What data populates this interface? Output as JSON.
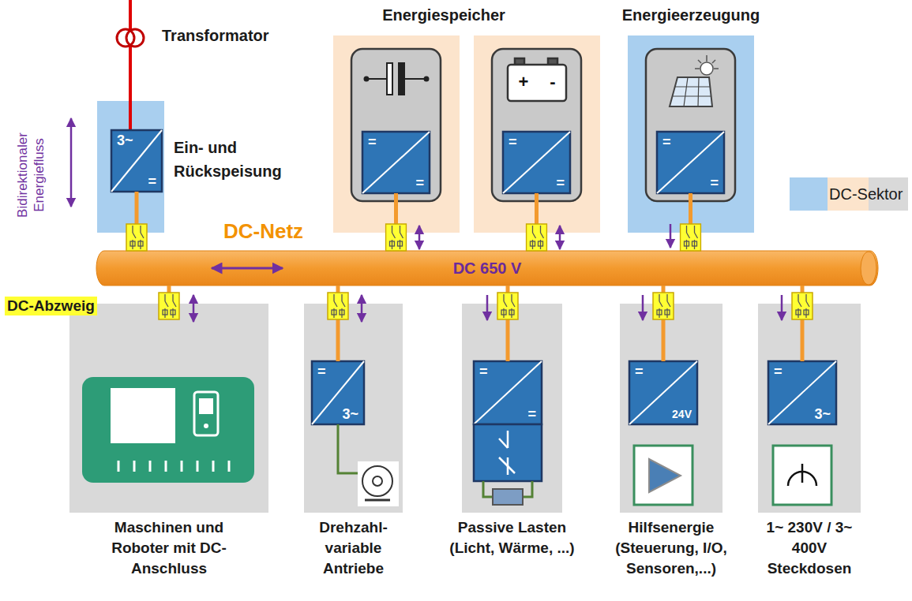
{
  "diagram": {
    "nodes": [
      {
        "text": [
          "DC-Netz",
          "DC 650 V"
        ]
      },
      {
        "text": [
          "Ein- und Rückspeisung"
        ]
      },
      {
        "text": [
          "3~",
          "="
        ],
        "in": 1
      },
      {
        "text": [
          "=",
          "="
        ]
      },
      {
        "text": [
          "=",
          "="
        ]
      },
      {
        "text": [
          "=",
          "="
        ]
      },
      {
        "text": [
          "Maschinen und Roboter mit DC- Anschluss"
        ]
      },
      {
        "text": [
          "Drehzahl- variable Antriebe"
        ]
      },
      {
        "text": [
          "=",
          "3~"
        ],
        "in": 7
      },
      {
        "text": [
          "Passive Lasten (Licht, Wärme, ...)"
        ]
      },
      {
        "text": [
          "=",
          "="
        ],
        "in": 9
      },
      {
        "text": [
          "Hilfsenergie (Steuerung, I/O, Sensoren,...)"
        ]
      },
      {
        "text": [
          "=",
          "24V"
        ],
        "in": 11
      },
      {
        "text": [
          "1~ 230V / 3~ 400V Steckdosen"
        ]
      },
      {
        "text": [
          "=",
          "3~"
        ],
        "in": 13
      }
    ],
    "edges": [
      {
        "from": 2,
        "to": 0,
        "arrow": "none"
      },
      {
        "from": 3,
        "to": 0,
        "arrow": "none"
      },
      {
        "from": 4,
        "to": 0,
        "arrow": "none"
      },
      {
        "from": 5,
        "to": 0,
        "arrow": "none"
      },
      {
        "from": 0,
        "to": 6,
        "arrow": "none"
      },
      {
        "from": 0,
        "to": 8,
        "arrow": "none"
      },
      {
        "from": 0,
        "to": 10,
        "arrow": "none"
      },
      {
        "from": 0,
        "to": 12,
        "arrow": "none"
      },
      {
        "from": 0,
        "to": 14,
        "arrow": "none"
      }
    ],
    "labels": [
      "Transformator",
      "Bidirektionaler Energiefluss",
      "Energiespeicher",
      "Energieerzeugung",
      "DC-Abzweig",
      "+",
      "-"
    ],
    "legend": [
      {
        "text": "DC-Sektor",
        "color": "#a9cfef"
      }
    ]
  }
}
